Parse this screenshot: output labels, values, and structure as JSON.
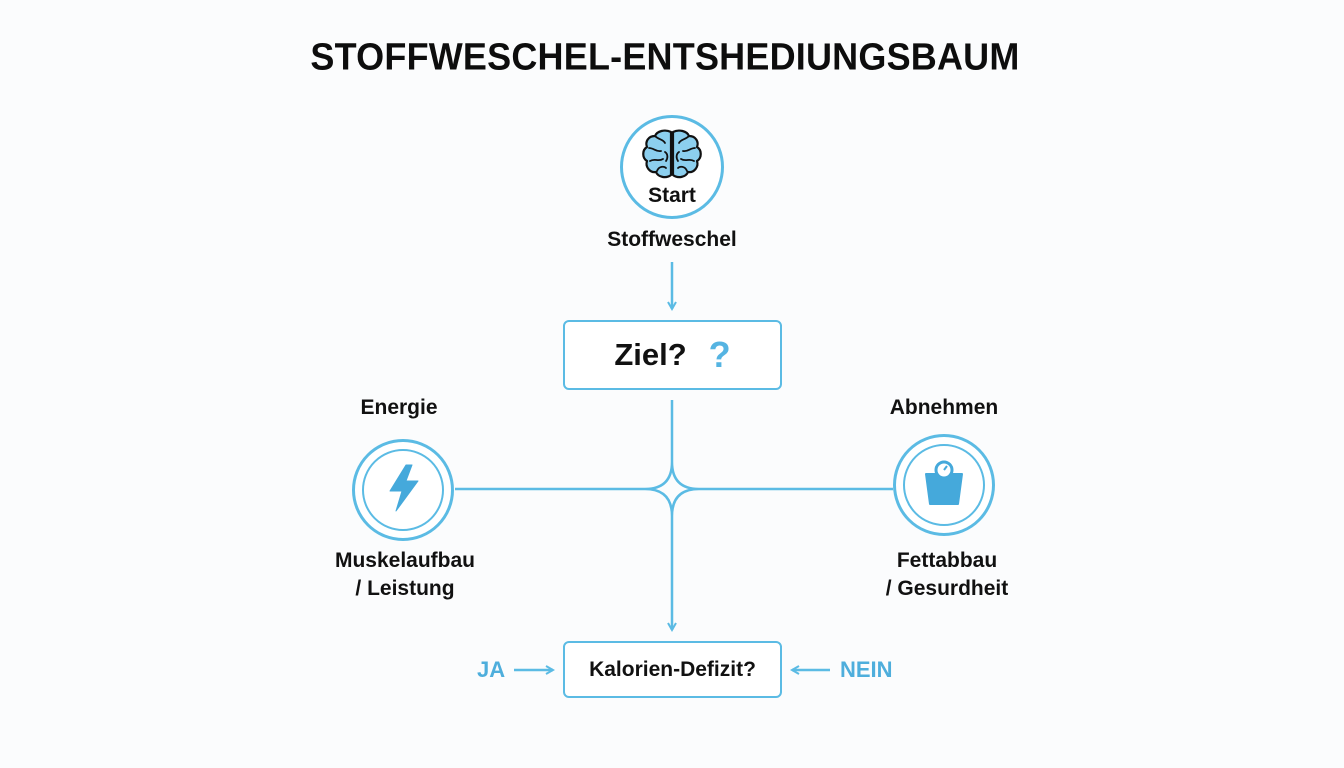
{
  "title": "STOFFWESCHEL-ENTSHEDIUNGSBAUM",
  "start": {
    "label": "Start",
    "caption": "Stoffweschel",
    "icon": "brain-icon"
  },
  "decision": {
    "label": "Ziel?",
    "mark": "?"
  },
  "left_branch": {
    "heading": "Energie",
    "icon": "lightning-icon",
    "caption_line1": "Muskelaufbau",
    "caption_line2": "/ Leistung"
  },
  "right_branch": {
    "heading": "Abnehmen",
    "icon": "scale-icon",
    "caption_line1": "Fettabbau",
    "caption_line2": "/ Gesurdheit"
  },
  "final": {
    "label": "Kalorien-Defizit?",
    "yes": "JA",
    "no": "NEIN"
  },
  "colors": {
    "accent": "#5bbbe4",
    "text": "#111111",
    "background": "#fbfcfd"
  }
}
